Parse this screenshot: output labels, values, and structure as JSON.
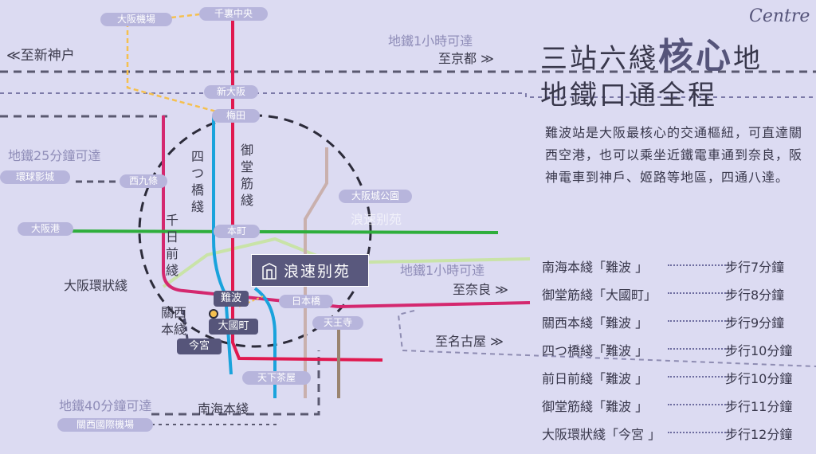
{
  "stations": {
    "osaka_airport": "大阪機場",
    "senri_chuo": "千裏中央",
    "shin_osaka": "新大阪",
    "umeda": "梅田",
    "nishikujo": "西九條",
    "osakajo_koen": "大阪城公園",
    "universal": "環球影城",
    "osaka_port": "大阪港",
    "honmachi": "本町",
    "namba": "難波",
    "nipponbashi": "日本橋",
    "daikokucho": "大國町",
    "tennoji": "天王寺",
    "imamiya": "今宮",
    "tengachaya": "天下茶屋",
    "kansai_airport": "關西國際機場"
  },
  "map_labels": {
    "to_shin_kobe": "≪至新神户",
    "to_kyoto_time": "地鐵1小時可達",
    "to_kyoto": "至京都 ≫",
    "universal_time": "地鐵25分鐘可達",
    "to_nara_time": "地鐵1小時可達",
    "to_nara": "至奈良 ≫",
    "to_nagoya": "至名古屋 ≫",
    "loop_line": "大阪環狀綫",
    "kansai_line": "關西本綫",
    "nankai_line": "南海本綫",
    "airport_time": "地鐵40分鐘可達",
    "yotsubashi": "四つ橋綫",
    "midosuji": "御堂筋綫",
    "sennichimae": "千日前綫"
  },
  "brand": {
    "name": "浪速别苑",
    "icon": "building-logo-icon"
  },
  "watermark": "浪速别苑",
  "title": {
    "part1": "三站六綫",
    "part2": "核心",
    "part3": "地",
    "script": "Centre",
    "line2": "地鐵口通全程"
  },
  "description": "難波站是大阪最核心的交通樞紐，可直達關西空港，也可以乘坐近鐵電車通到奈良，阪神電車到神戶、姬路等地區，四通八達。",
  "routes": [
    {
      "line": "南海本綫「難波 」",
      "walk": "步行7分鐘"
    },
    {
      "line": "御堂筋綫「大國町」",
      "walk": "步行8分鐘"
    },
    {
      "line": "關西本綫「難波 」",
      "walk": "步行9分鐘"
    },
    {
      "line": "四つ橋綫「難波 」",
      "walk": "步行10分鐘"
    },
    {
      "line": "前日前綫「難波 」",
      "walk": "步行10分鐘"
    },
    {
      "line": "御堂筋綫「難波 」",
      "walk": "步行11分鐘"
    },
    {
      "line": "大阪環狀綫「今宮 」",
      "walk": "步行12分鐘"
    }
  ],
  "colors": {
    "midosuji": "#e0194f",
    "yotsubashi": "#1aa3dc",
    "sennichimae": "#d4286f",
    "chuo_line": "#2eae3c",
    "kintetsu": "#c9b0ad",
    "loop": "#c9e3a8",
    "airport_line": "#f5c04f"
  }
}
